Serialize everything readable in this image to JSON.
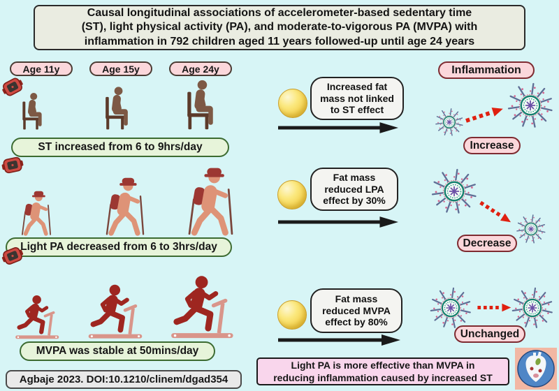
{
  "title_lines": [
    "Causal longitudinal associations of accelerometer-based sedentary time",
    "(ST), light physical activity (PA), and moderate-to-vigorous PA (MVPA) with",
    "inflammation in 792 children aged 11 years followed-up until age 24 years"
  ],
  "age_labels": [
    "Age 11y",
    "Age 15y",
    "Age 24y"
  ],
  "inflammation_label": "Inflammation",
  "rows": [
    {
      "id": "sedentary-time",
      "figure_icon": "sitting-person-icon",
      "activity_label": "ST increased from 6 to 9hrs/day",
      "mediator_icon": "fat-mass-ball-icon",
      "mediator_note": "Increased fat mass not linked to ST effect",
      "outcome_label": "Increase",
      "outcome_change": "small-to-large"
    },
    {
      "id": "light-pa",
      "figure_icon": "hiker-icon",
      "activity_label": "Light PA decreased from 6 to 3hrs/day",
      "mediator_icon": "fat-mass-ball-icon",
      "mediator_note": "Fat mass reduced LPA effect by 30%",
      "outcome_label": "Decrease",
      "outcome_change": "large-to-small"
    },
    {
      "id": "mvpa",
      "figure_icon": "treadmill-runner-icon",
      "activity_label": "MVPA was stable at 50mins/day",
      "mediator_icon": "fat-mass-ball-icon",
      "mediator_note": "Fat mass reduced MVPA effect by 80%",
      "outcome_label": "Unchanged",
      "outcome_change": "equal"
    }
  ],
  "citation": "Agbaje 2023. DOI:10.1210/clinem/dgad354",
  "conclusion_lines": [
    "Light PA is more effective than MVPA in",
    "reducing inflammation caused by increased ST"
  ],
  "colors": {
    "background": "#d7f5f6",
    "title_box": "#eaece1",
    "pink_pill": "#fbd7db",
    "pink_border": "#7e2b31",
    "green_pill": "#e7f4da",
    "green_border": "#3c6b31",
    "black_arrow": "#1a1a1a",
    "red_arrow": "#e02010",
    "fat_ball": "#f3cf4b",
    "conclusion_box": "#f9d6ec"
  }
}
